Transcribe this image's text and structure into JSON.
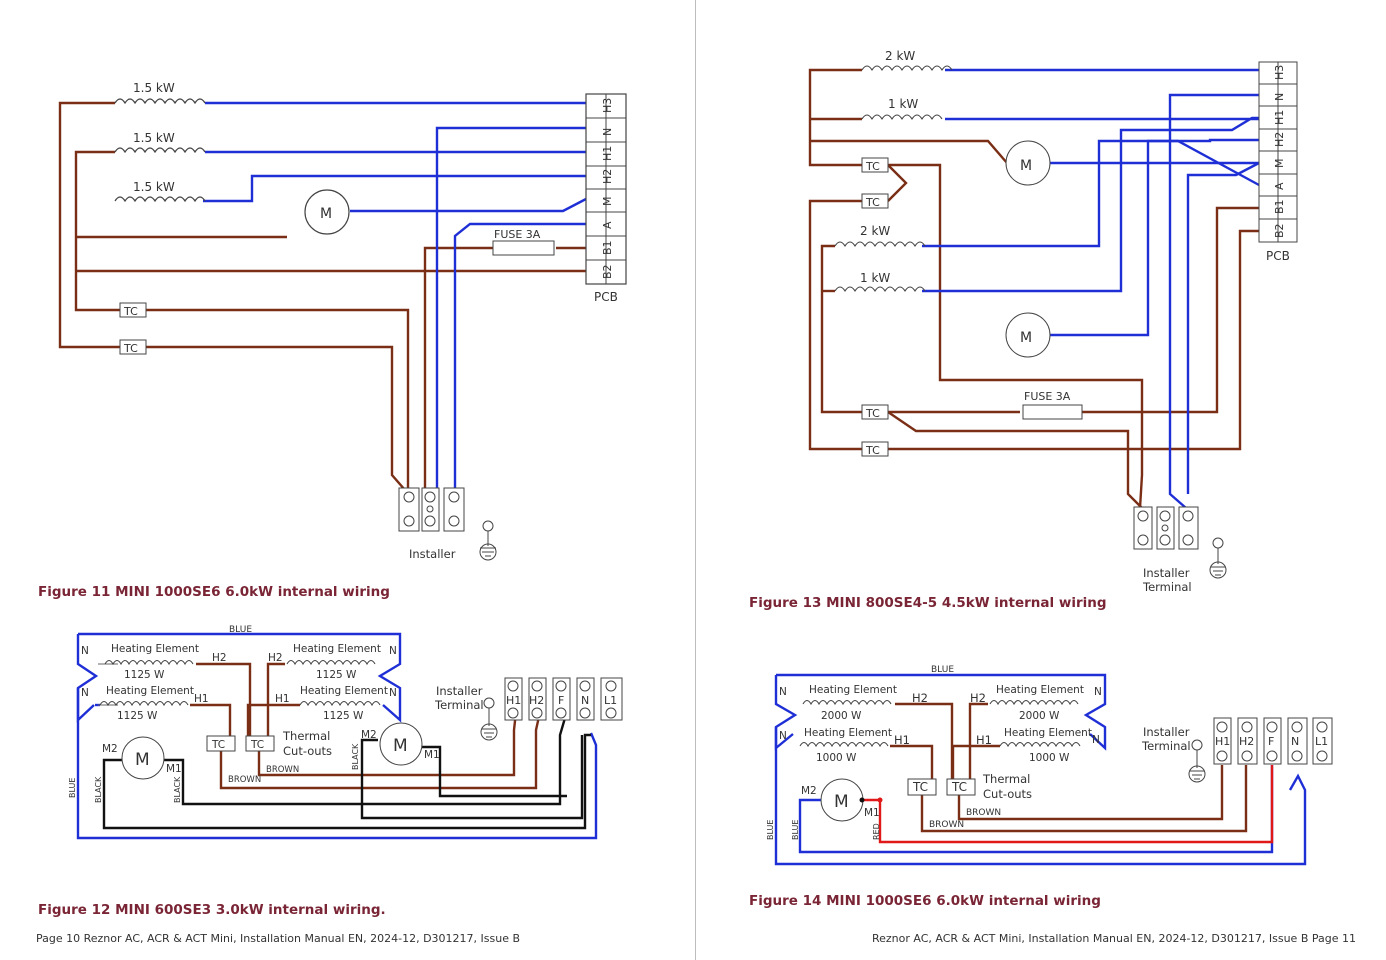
{
  "fig11": {
    "caption": "Figure 11 MINI 1000SE6 6.0kW internal wiring",
    "heater_labels": [
      "1.5 kW",
      "1.5 kW",
      "1.5 kW"
    ],
    "pcb_terminals": [
      "H3",
      "N",
      "H1",
      "H2",
      "M",
      "A",
      "B1",
      "B2"
    ],
    "pcb_label": "PCB",
    "fuse": "FUSE 3A",
    "tc": "TC",
    "motor": "M",
    "installer": "Installer"
  },
  "fig12": {
    "caption": "Figure 12 MINI 600SE3 3.0kW internal wiring.",
    "blue_top": "BLUE",
    "element_labels": [
      "Heating Element",
      "Heating Element",
      "Heating Element",
      "Heating Element"
    ],
    "element_watts": [
      "1125 W",
      "1125 W",
      "1125 W",
      "1125 W"
    ],
    "n": "N",
    "h1": "H1",
    "h2": "H2",
    "tc": "TC",
    "thermal": "Thermal",
    "cutouts": "Cut-outs",
    "brown": "BROWN",
    "installer": "Installer",
    "terminal": "Terminal",
    "terminals": [
      "H1",
      "H2",
      "F",
      "N",
      "L1"
    ],
    "m": "M",
    "m1": "M1",
    "m2": "M2",
    "black": "BLACK",
    "blue": "BLUE"
  },
  "fig13": {
    "caption": "Figure 13 MINI 800SE4-5 4.5kW internal wiring",
    "heater_labels": [
      "2 kW",
      "1 kW",
      "2 kW",
      "1 kW"
    ],
    "pcb_terminals": [
      "H3",
      "N",
      "H1",
      "H2",
      "M",
      "A",
      "B1",
      "B2"
    ],
    "pcb_label": "PCB",
    "fuse": "FUSE 3A",
    "tc": "TC",
    "motor": "M",
    "installer": "Installer",
    "terminal": "Terminal"
  },
  "fig14": {
    "caption": "Figure 14 MINI 1000SE6 6.0kW internal wiring",
    "blue_top": "BLUE",
    "element_labels": [
      "Heating Element",
      "Heating Element",
      "Heating Element",
      "Heating Element"
    ],
    "element_watts": [
      "2000 W",
      "2000 W",
      "1000 W",
      "1000 W"
    ],
    "n": "N",
    "h1": "H1",
    "h2": "H2",
    "tc": "TC",
    "thermal": "Thermal",
    "cutouts": "Cut-outs",
    "brown": "BROWN",
    "red": "RED",
    "installer": "Installer",
    "terminal": "Terminal",
    "terminals": [
      "H1",
      "H2",
      "F",
      "N",
      "L1"
    ],
    "m": "M",
    "m1": "M1",
    "m2": "M2",
    "blue": "BLUE"
  },
  "footer": {
    "left": "Page 10   Reznor AC, ACR & ACT Mini, Installation Manual EN, 2024-12,  D301217, Issue B",
    "right": "Reznor AC, ACR & ACT Mini, Installation Manual EN, 2024-12, D301217, Issue B  Page 11"
  },
  "colors": {
    "brown": "#7a2e15",
    "blue": "#1f2fd6",
    "black": "#111111",
    "red": "#e01818",
    "caption": "#7a2535"
  }
}
